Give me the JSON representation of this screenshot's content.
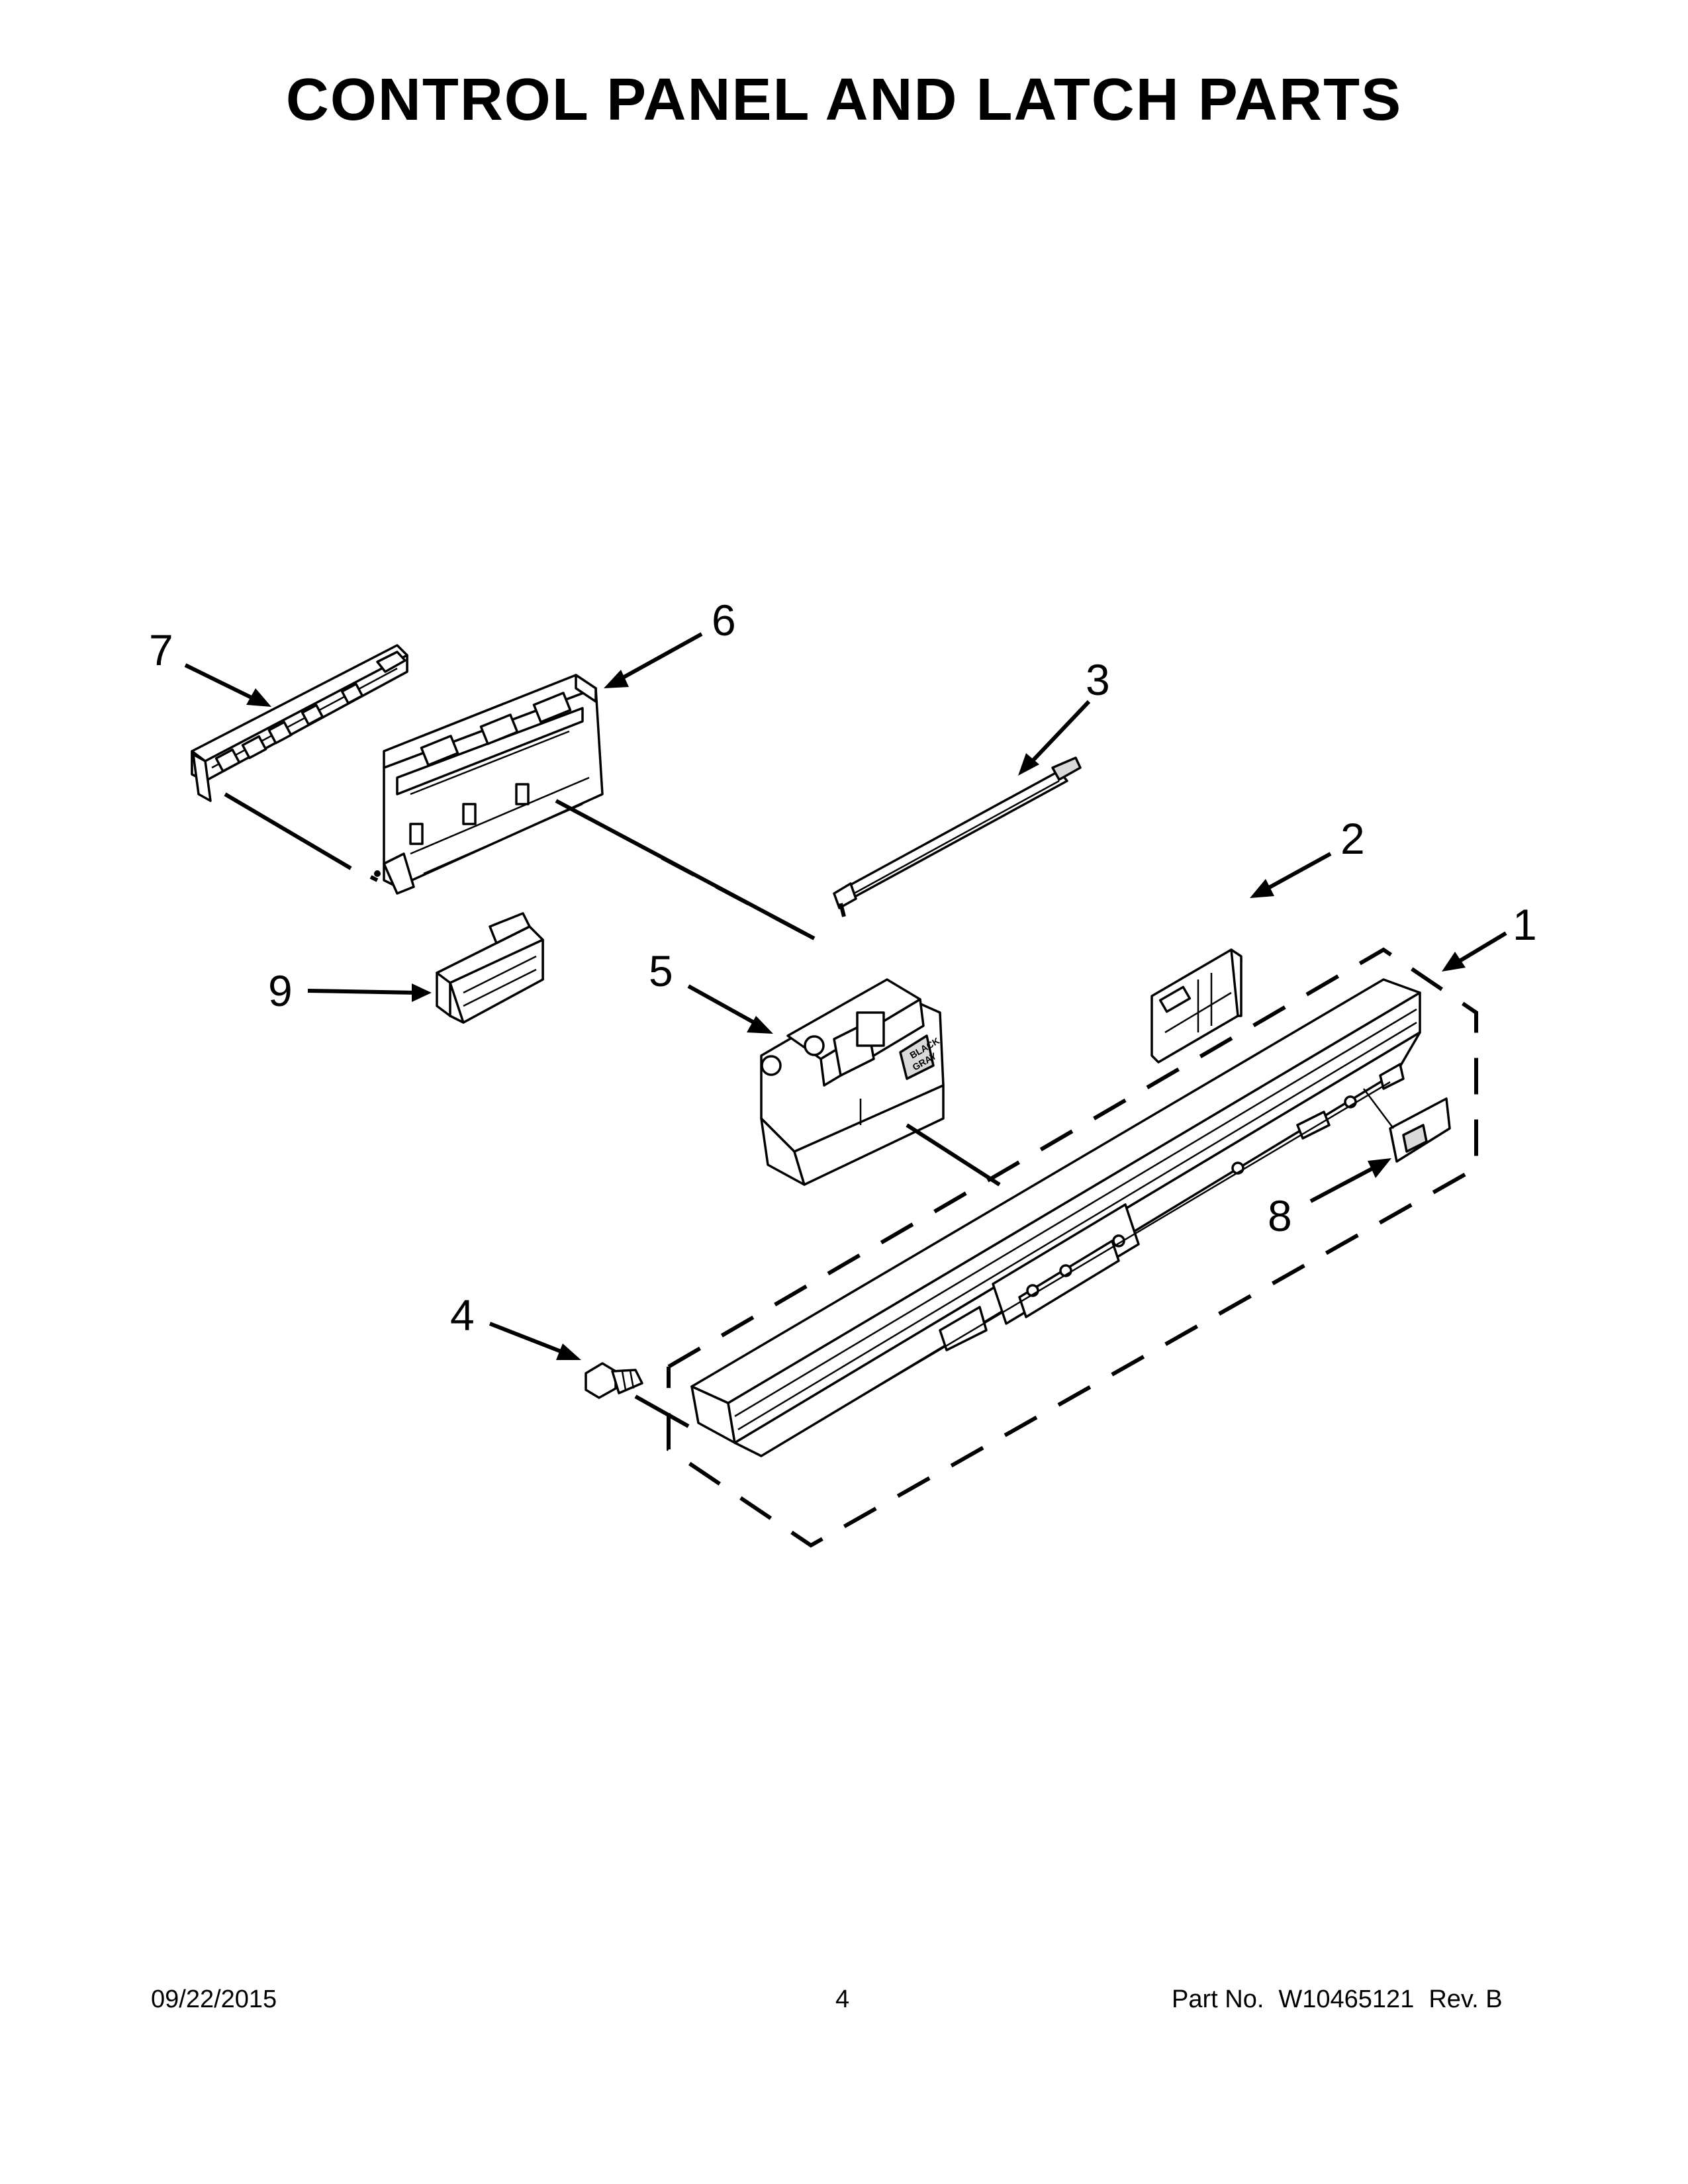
{
  "page": {
    "title": "CONTROL PANEL AND LATCH PARTS"
  },
  "callouts": [
    {
      "id": "1",
      "label": "1"
    },
    {
      "id": "2",
      "label": "2"
    },
    {
      "id": "3",
      "label": "3"
    },
    {
      "id": "4",
      "label": "4"
    },
    {
      "id": "5",
      "label": "5"
    },
    {
      "id": "6",
      "label": "6"
    },
    {
      "id": "7",
      "label": "7"
    },
    {
      "id": "8",
      "label": "8"
    },
    {
      "id": "9",
      "label": "9"
    }
  ],
  "part_markings": {
    "latch_label_line1": "BLACK",
    "latch_label_line2": "GRAY"
  },
  "footer": {
    "date": "09/22/2015",
    "page_number": "4",
    "part_label": "Part No.",
    "part_number": "W10465121",
    "revision": "Rev.  B"
  }
}
